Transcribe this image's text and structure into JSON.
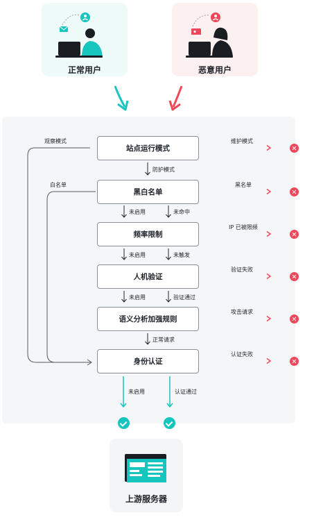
{
  "users": {
    "normal_label": "正常用户",
    "malicious_label": "恶意用户"
  },
  "steps": [
    "站点运行模式",
    "黑白名单",
    "频率限制",
    "人机验证",
    "语义分析加强规则",
    "身份认证"
  ],
  "pass_labels": {
    "protect_mode": "防护模式",
    "bw_not_enabled": "未启用",
    "bw_not_hit": "未命中",
    "rate_not_enabled": "未启用",
    "rate_not_triggered": "未触发",
    "captcha_not_enabled": "未启用",
    "captcha_passed": "验证通过",
    "normal_request": "正常请求",
    "auth_not_enabled": "未启用",
    "auth_passed": "认证通过"
  },
  "bypass_labels": {
    "observe_mode": "观察模式",
    "whitelist": "白名单"
  },
  "reject_labels": [
    "维护模式",
    "黑名单",
    "IP 已被限频",
    "验证失败",
    "攻击请求",
    "认证失败"
  ],
  "upstream": {
    "label": "上游服务器"
  },
  "colors": {
    "normal_accent": "#16c5be",
    "malicious_accent": "#f0475a",
    "normal_card_bg": "#effbf9",
    "malicious_card_bg": "#fdf0f1"
  }
}
